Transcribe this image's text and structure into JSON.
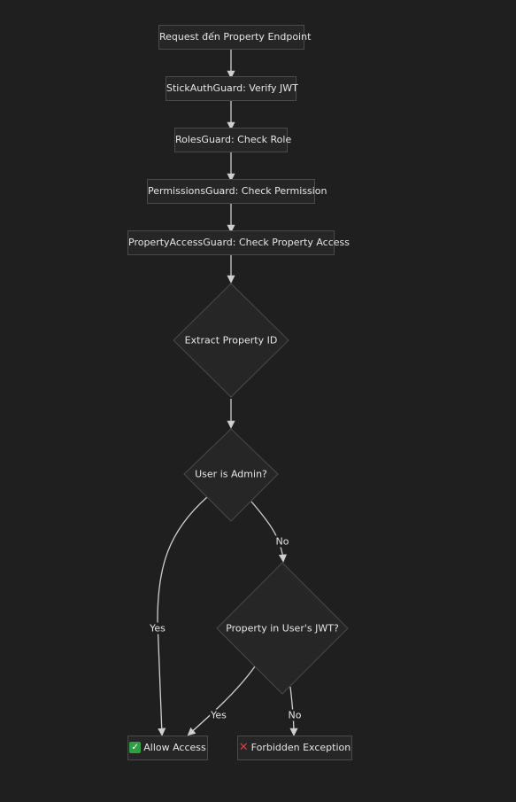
{
  "diagram": {
    "nodes": {
      "request": "Request đến Property Endpoint",
      "stick_auth": "StickAuthGuard: Verify JWT",
      "roles": "RolesGuard: Check Role",
      "permissions": "PermissionsGuard: Check Permission",
      "property_access": "PropertyAccessGuard: Check Property Access",
      "extract": "Extract Property ID",
      "is_admin": "User is Admin?",
      "in_jwt": "Property in User's JWT?",
      "allow": "Allow Access",
      "forbidden": "Forbidden Exception"
    },
    "edge_labels": {
      "admin_yes": "Yes",
      "admin_no": "No",
      "jwt_yes": "Yes",
      "jwt_no": "No"
    },
    "icons": {
      "allow": "check-mark-icon",
      "forbidden": "cross-mark-icon"
    },
    "colors": {
      "background": "#1f1f1f",
      "node_border": "#4a4a4a",
      "edge": "#cfcfcf",
      "allow_icon": "#2ea043",
      "forbidden_icon": "#e5383b"
    }
  }
}
